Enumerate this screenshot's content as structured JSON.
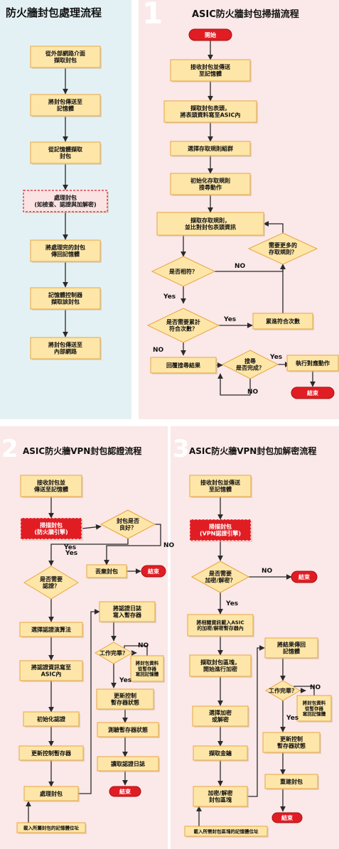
{
  "colors": {
    "box_fill": "#fde6a8",
    "box_stroke": "#e8a640",
    "line": "#2a2a2a",
    "red": "#e11d24",
    "panel0_bg": "#e4f1f4",
    "panel_bg": "#fbe8e8",
    "number_color": "#ffffff"
  },
  "left_panel": {
    "title": "防火牆封包處理流程",
    "boxes": [
      "從外部網路介面|擷取封包",
      "將封包傳送至|記憶體",
      "從記憶體擷取|封包",
      "處理封包|(如檢查、認證與加解密)",
      "將處理完的封包|傳回記憶體",
      "記憶體控制器|擷取該封包",
      "將封包傳送至|內部網路"
    ]
  },
  "panel1": {
    "number": "1",
    "title": "ASIC防火牆封包掃描流程",
    "start": "開始",
    "end": "結束",
    "boxes": [
      "接收封包並傳送|至記憶體",
      "擷取封包表頭，|將表頭資料寫至ASIC內",
      "選擇存取規則組群",
      "初始化存取規則|搜尋動作",
      "擷取存取規則，|並比對封包表頭資訊",
      "累進符合次數",
      "回覆搜尋結果",
      "執行對應動作"
    ],
    "decisions": [
      "需要更多的|存取規則？",
      "是否相符？",
      "是否需要累計|符合次數？",
      "搜尋|是否完成？"
    ],
    "labels": {
      "no1": "NO",
      "yes1": "Yes",
      "yes2": "Yes",
      "no2": "NO",
      "yes3": "Yes",
      "no3": "NO"
    }
  },
  "panel2": {
    "number": "2",
    "title": "ASIC防火牆VPN封包認證流程",
    "end1": "結束",
    "end2": "結束",
    "boxes": [
      "接收封包並|傳送至記憶體",
      "掃描封包|(防火牆引擎)",
      "丟棄封包",
      "選擇認證演算法",
      "將認證資訊寫至|ASIC內",
      "初始化認證",
      "更新控制暫存器",
      "處理封包",
      "將認證日誌|寫入暫存器",
      "將封包資料|從暫存器|寫回記憶體",
      "更新控制|暫存器狀態",
      "測驗暫存器狀態",
      "讀取認證日誌",
      "載入所屬封包的記憶體位址"
    ],
    "decisions": [
      "封包是否|良好？",
      "是否需要|認證？",
      "工作完畢？"
    ],
    "labels": {
      "yes1": "Yes",
      "no1": "NO",
      "yes2": "Yes",
      "no2": "NO",
      "yes3": "Yes"
    }
  },
  "panel3": {
    "number": "3",
    "title": "ASIC防火牆VPN封包加解密流程",
    "end1": "結束",
    "end2": "結束",
    "boxes": [
      "接收封包並傳送|至記憶體",
      "掃描封包|(VPN認證引擎)",
      "將相關資訊載入ASIC|的加密/解密暫存器內",
      "擷取封包區塊，|開始進行加密",
      "選擇加密|或解密",
      "擷取金鑰",
      "加密/解密|封包區塊",
      "將結果傳回|記憶體",
      "將封包資料|從暫存器|寫回記憶體",
      "更新控制|暫存器狀態",
      "重建封包",
      "載入所需封包區塊的記憶體位址"
    ],
    "decisions": [
      "是否需要|加密/解密？",
      "工作完畢？"
    ],
    "labels": {
      "no1": "NO",
      "yes1": "Yes",
      "no2": "NO",
      "yes2": "Yes"
    }
  }
}
